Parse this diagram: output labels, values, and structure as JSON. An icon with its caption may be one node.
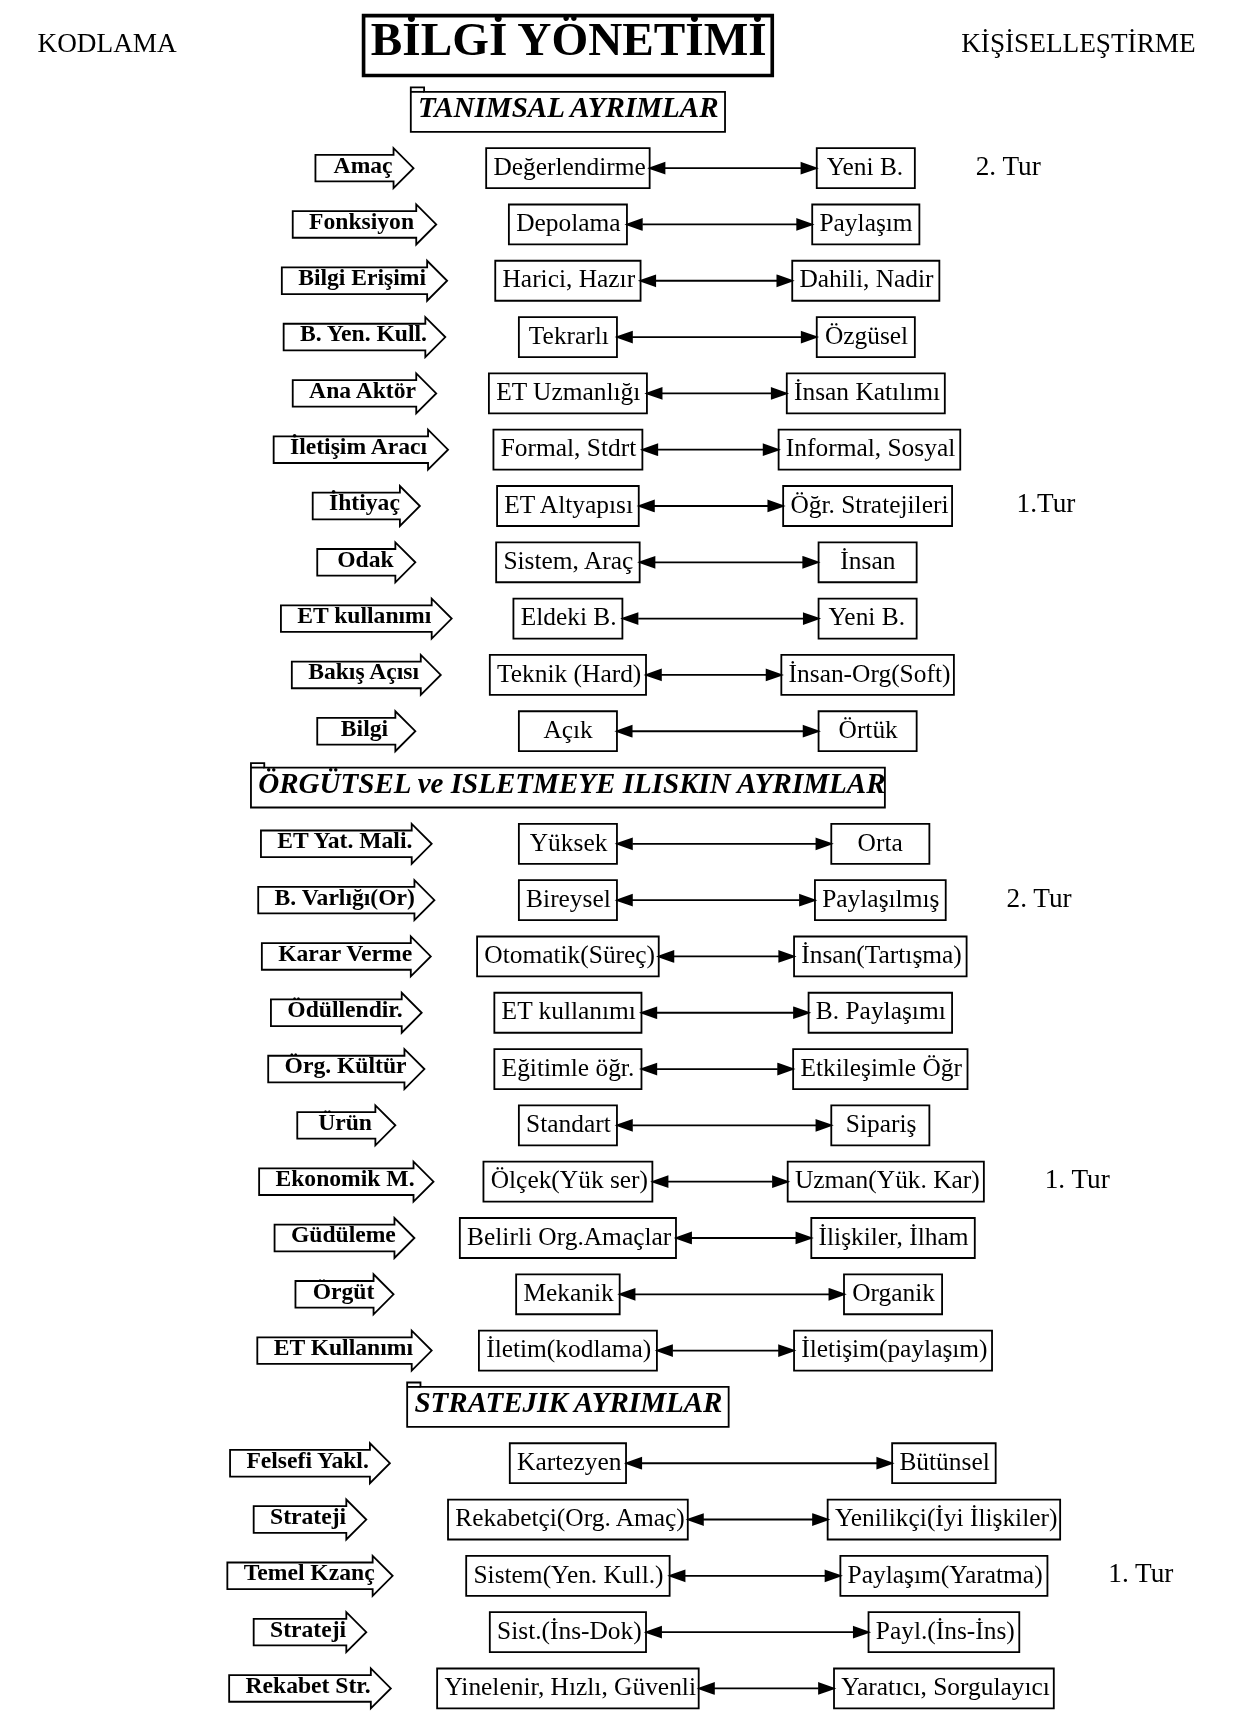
{
  "diagram": {
    "nodes": [
      {
        "text": [
          "BİLGİ YÖNETİMİ"
        ]
      },
      {
        "text": [
          "TANIMSAL AYRIMLAR"
        ]
      },
      {
        "text": [
          "Amaç"
        ]
      },
      {
        "text": [
          "Değerlendirme"
        ]
      },
      {
        "text": [
          "Yeni B."
        ]
      },
      {
        "text": [
          "Fonksiyon"
        ]
      },
      {
        "text": [
          "Depolama"
        ]
      },
      {
        "text": [
          "Paylaşım"
        ]
      },
      {
        "text": [
          "Bilgi Erişimi"
        ]
      },
      {
        "text": [
          "Harici, Hazır"
        ]
      },
      {
        "text": [
          "Dahili, Nadir"
        ]
      },
      {
        "text": [
          "B. Yen. Kull."
        ]
      },
      {
        "text": [
          "Tekrarlı"
        ]
      },
      {
        "text": [
          "Özgüsel"
        ]
      },
      {
        "text": [
          "Ana Aktör"
        ]
      },
      {
        "text": [
          "ET Uzmanlığı"
        ]
      },
      {
        "text": [
          "İnsan Katılımı"
        ]
      },
      {
        "text": [
          "İletişim Aracı"
        ]
      },
      {
        "text": [
          "Formal, Stdrt"
        ]
      },
      {
        "text": [
          "Informal, Sosyal"
        ]
      },
      {
        "text": [
          "İhtiyaç"
        ]
      },
      {
        "text": [
          "ET Altyapısı"
        ]
      },
      {
        "text": [
          "Öğr. Stratejileri"
        ]
      },
      {
        "text": [
          "Odak"
        ]
      },
      {
        "text": [
          "Sistem, Araç"
        ]
      },
      {
        "text": [
          "İnsan"
        ]
      },
      {
        "text": [
          "ET kullanımı"
        ]
      },
      {
        "text": [
          "Eldeki B."
        ]
      },
      {
        "text": [
          "Yeni B."
        ]
      },
      {
        "text": [
          "Bakış Açısı"
        ]
      },
      {
        "text": [
          "Teknik (Hard)"
        ]
      },
      {
        "text": [
          "İnsan-Org(Soft)"
        ]
      },
      {
        "text": [
          "Bilgi"
        ]
      },
      {
        "text": [
          "Açık"
        ]
      },
      {
        "text": [
          "Örtük"
        ]
      },
      {
        "text": [
          "ÖRGÜTSEL ve ISLETMEYE ILISKIN AYRIMLAR"
        ]
      },
      {
        "text": [
          "ET Yat. Mali."
        ]
      },
      {
        "text": [
          "Yüksek"
        ]
      },
      {
        "text": [
          "Orta"
        ]
      },
      {
        "text": [
          "B. Varlığı(Or)"
        ]
      },
      {
        "text": [
          "Bireysel"
        ]
      },
      {
        "text": [
          "Paylaşılmış"
        ]
      },
      {
        "text": [
          "Karar Verme"
        ]
      },
      {
        "text": [
          "Otomatik(Süreç)"
        ]
      },
      {
        "text": [
          "İnsan(Tartışma)"
        ]
      },
      {
        "text": [
          "Ödüllendir."
        ]
      },
      {
        "text": [
          "ET kullanımı"
        ]
      },
      {
        "text": [
          "B. Paylaşımı"
        ]
      },
      {
        "text": [
          "Örg. Kültür"
        ]
      },
      {
        "text": [
          "Eğitimle öğr."
        ]
      },
      {
        "text": [
          "Etkileşimle Öğr"
        ]
      },
      {
        "text": [
          "Ürün"
        ]
      },
      {
        "text": [
          "Standart"
        ]
      },
      {
        "text": [
          "Sipariş"
        ]
      },
      {
        "text": [
          "Ekonomik M."
        ]
      },
      {
        "text": [
          "Ölçek(Yük ser)"
        ]
      },
      {
        "text": [
          "Uzman(Yük. Kar)"
        ]
      },
      {
        "text": [
          "Güdüleme"
        ]
      },
      {
        "text": [
          "Belirli Org.Amaçlar"
        ]
      },
      {
        "text": [
          "İlişkiler, İlham"
        ]
      },
      {
        "text": [
          "Örgüt"
        ]
      },
      {
        "text": [
          "Mekanik"
        ]
      },
      {
        "text": [
          "Organik"
        ]
      },
      {
        "text": [
          "ET Kullanımı"
        ]
      },
      {
        "text": [
          "İletim(kodlama)"
        ]
      },
      {
        "text": [
          "İletişim(paylaşım)"
        ]
      },
      {
        "text": [
          "STRATEJIK AYRIMLAR"
        ]
      },
      {
        "text": [
          "Felsefi Yakl."
        ]
      },
      {
        "text": [
          "Kartezyen"
        ]
      },
      {
        "text": [
          "Bütünsel"
        ]
      },
      {
        "text": [
          "Strateji"
        ]
      },
      {
        "text": [
          "Rekabetçi(Org. Amaç)"
        ]
      },
      {
        "text": [
          "Yenilikçi(İyi İlişkiler)"
        ]
      },
      {
        "text": [
          "Temel Kzanç"
        ]
      },
      {
        "text": [
          "Sistem(Yen. Kull.)"
        ]
      },
      {
        "text": [
          "Paylaşım(Yaratma)"
        ]
      },
      {
        "text": [
          "Strateji"
        ]
      },
      {
        "text": [
          "Sist.(İns-Dok)"
        ]
      },
      {
        "text": [
          "Payl.(İns-İns)"
        ]
      },
      {
        "text": [
          "Rekabet Str."
        ]
      },
      {
        "text": [
          "Yinelenir, Hızlı, Güvenli"
        ]
      },
      {
        "text": [
          "Yaratıcı, Sorgulayıcı"
        ]
      }
    ],
    "edges": [
      {
        "from": 3,
        "to": 4,
        "arrow": "both"
      },
      {
        "from": 6,
        "to": 7,
        "arrow": "both"
      },
      {
        "from": 9,
        "to": 10,
        "arrow": "both"
      },
      {
        "from": 12,
        "to": 13,
        "arrow": "both"
      },
      {
        "from": 15,
        "to": 16,
        "arrow": "both"
      },
      {
        "from": 18,
        "to": 19,
        "arrow": "both"
      },
      {
        "from": 21,
        "to": 22,
        "arrow": "both"
      },
      {
        "from": 24,
        "to": 25,
        "arrow": "both"
      },
      {
        "from": 27,
        "to": 28,
        "arrow": "both"
      },
      {
        "from": 30,
        "to": 31,
        "arrow": "both"
      },
      {
        "from": 33,
        "to": 34,
        "arrow": "both"
      },
      {
        "from": 37,
        "to": 38,
        "arrow": "both"
      },
      {
        "from": 40,
        "to": 41,
        "arrow": "both"
      },
      {
        "from": 43,
        "to": 44,
        "arrow": "both"
      },
      {
        "from": 46,
        "to": 47,
        "arrow": "both"
      },
      {
        "from": 49,
        "to": 50,
        "arrow": "both"
      },
      {
        "from": 52,
        "to": 53,
        "arrow": "both"
      },
      {
        "from": 55,
        "to": 56,
        "arrow": "both"
      },
      {
        "from": 58,
        "to": 59,
        "arrow": "both"
      },
      {
        "from": 61,
        "to": 62,
        "arrow": "both"
      },
      {
        "from": 64,
        "to": 65,
        "arrow": "both"
      },
      {
        "from": 68,
        "to": 69,
        "arrow": "both"
      },
      {
        "from": 71,
        "to": 72,
        "arrow": "both"
      },
      {
        "from": 74,
        "to": 75,
        "arrow": "both"
      },
      {
        "from": 77,
        "to": 78,
        "arrow": "both"
      },
      {
        "from": 80,
        "to": 81,
        "arrow": "both"
      }
    ],
    "labels": [
      "KODLAMA",
      "KİŞİSELLEŞTİRME",
      "2. Tur",
      "1.Tur",
      "2. Tur",
      "1. Tur",
      "1. Tur"
    ]
  }
}
